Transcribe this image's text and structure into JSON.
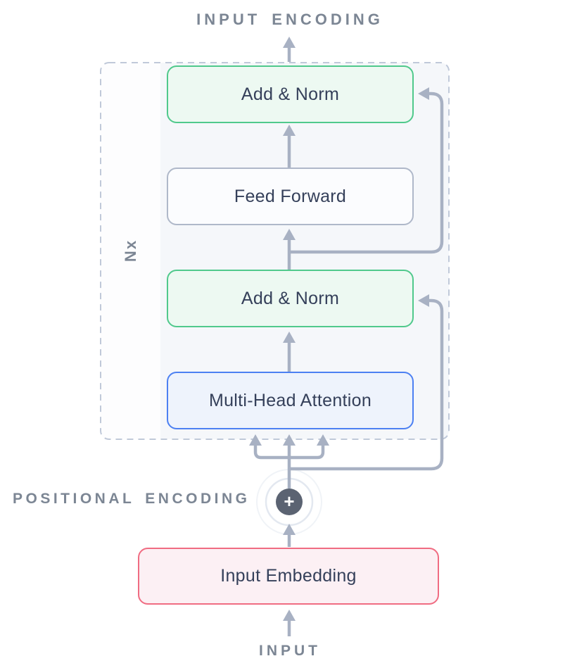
{
  "diagram": {
    "title_top": "INPUT ENCODING",
    "positional_label": "POSITIONAL ENCODING",
    "bottom_label": "INPUT",
    "repeat_label": "Nx",
    "plus_symbol": "+",
    "blocks": [
      {
        "id": "add-norm-1",
        "label": "Add & Norm",
        "variant": "green"
      },
      {
        "id": "feed-forward",
        "label": "Feed Forward",
        "variant": "slate"
      },
      {
        "id": "add-norm-2",
        "label": "Add & Norm",
        "variant": "green"
      },
      {
        "id": "multi-head-attention",
        "label": "Multi-Head Attention",
        "variant": "blue"
      },
      {
        "id": "input-embedding",
        "label": "Input Embedding",
        "variant": "red"
      }
    ]
  },
  "colors": {
    "page_bg": "#FFFFFF",
    "panel_fill": "#F5F7FA",
    "panel_strip_fill": "#FDFDFE",
    "dashed_border": "#C0C9D9",
    "line": "#A8B1C3",
    "ring_inner": "#E3E8F0",
    "ring_outer": "#F0F3F7",
    "green_border": "#50C98C",
    "green_fill": "#EDF9F2",
    "slate_border": "#AFB8C9",
    "slate_fill": "#FBFCFE",
    "blue_border": "#4C80F2",
    "blue_fill": "#EEF3FC",
    "red_border": "#F06C82",
    "red_fill": "#FCF0F4",
    "block_text": "#35405A",
    "caption_text": "#7C8694",
    "plus_circle_fill": "#5B6372",
    "plus_symbol_color": "#FFFFFF"
  }
}
